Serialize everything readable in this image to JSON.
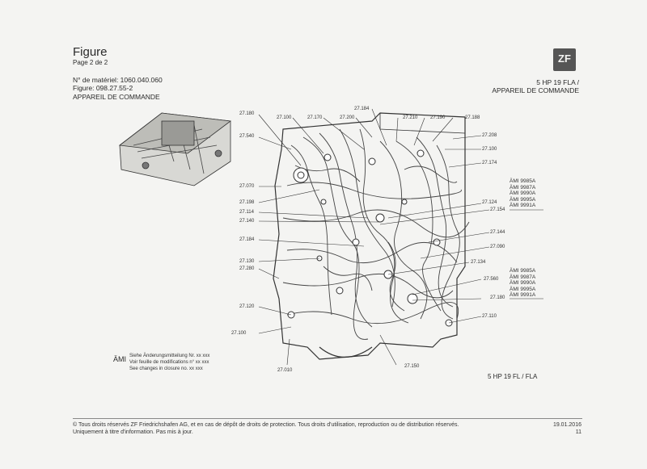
{
  "header": {
    "title": "Figure",
    "page": "Page 2 de 2",
    "material_no": "N° de matériel: 1060.040.060",
    "figure_no": "Figure: 098.27.55-2",
    "component": "APPAREIL DE COMMANDE",
    "logo_text": "ZF",
    "model_right": "5 HP 19 FLA /",
    "component_right": "APPAREIL DE COMMANDE"
  },
  "diagram": {
    "labels_left": [
      "27.180",
      "27.540",
      "27.070",
      "27.198",
      "27.114",
      "27.140",
      "27.184",
      "27.130",
      "27.280",
      "27.120",
      "27.100"
    ],
    "labels_top": [
      "27.100",
      "27.170",
      "27.200",
      "27.184",
      "27.210",
      "27.190",
      "27.188"
    ],
    "labels_right": [
      "27.208",
      "27.100",
      "27.174",
      "27.124",
      "27.154",
      "27.144",
      "27.090",
      "27.134",
      "27.560",
      "27.180",
      "27.110"
    ],
    "labels_bottom": [
      "27.010",
      "27.150"
    ],
    "ami_group_1": [
      "ÄMI 9985A",
      "ÄMI 9987A",
      "ÄMI 9990A",
      "ÄMI 9995A",
      "ÄMI 9991A"
    ],
    "ami_group_2": [
      "ÄMI 9985A",
      "ÄMI 9987A",
      "ÄMI 9990A",
      "ÄMI 9995A",
      "ÄMI 9991A"
    ]
  },
  "legend": {
    "symbol": "ÄMI",
    "line_de": "Siehe Änderungsmitteilung Nr. xx xxx",
    "line_fr": "Voir feuille de modifications n° xx xxx",
    "line_en": "See changes in closure no. xx xxx"
  },
  "model_label": "5 HP 19 FL / FLA",
  "footer": {
    "copyright": "© Tous droits réservés ZF Friedrichshafen AG, et en cas de dépôt de droits de protection. Tous droits d'utilisation, reproduction ou de distribution réservés.",
    "usage": "Uniquement à titre d'information. Pas mis à jour.",
    "date": "19.01.2016",
    "page_no": "11"
  }
}
